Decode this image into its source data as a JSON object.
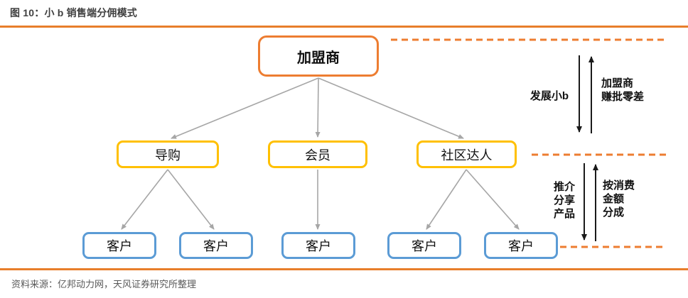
{
  "figure": {
    "title": "图 10：小 b 销售端分佣模式",
    "source": "资料来源：亿邦动力网，天风证券研究所整理"
  },
  "diagram": {
    "root": "加盟商",
    "level2": [
      "导购",
      "会员",
      "社区达人"
    ],
    "customers": [
      "客户",
      "客户",
      "客户",
      "客户",
      "客户"
    ],
    "annotation_top": {
      "left_label": "发展小b",
      "right_label": "加盟商\n赚批零差"
    },
    "annotation_bottom": {
      "left_label": "推介\n分享\n产品",
      "right_label": "按消费\n金额\n分成"
    }
  },
  "colors": {
    "accent_orange": "#ED7D31",
    "rule_orange": "#E87E2B",
    "node_yellow_border": "#FFC000",
    "node_blue_border": "#5B9BD5",
    "arrow_gray": "#A6A6A6",
    "annotation_arrow_black": "#1A1A1A",
    "title_text": "#3F3F3F",
    "source_text": "#595959"
  }
}
